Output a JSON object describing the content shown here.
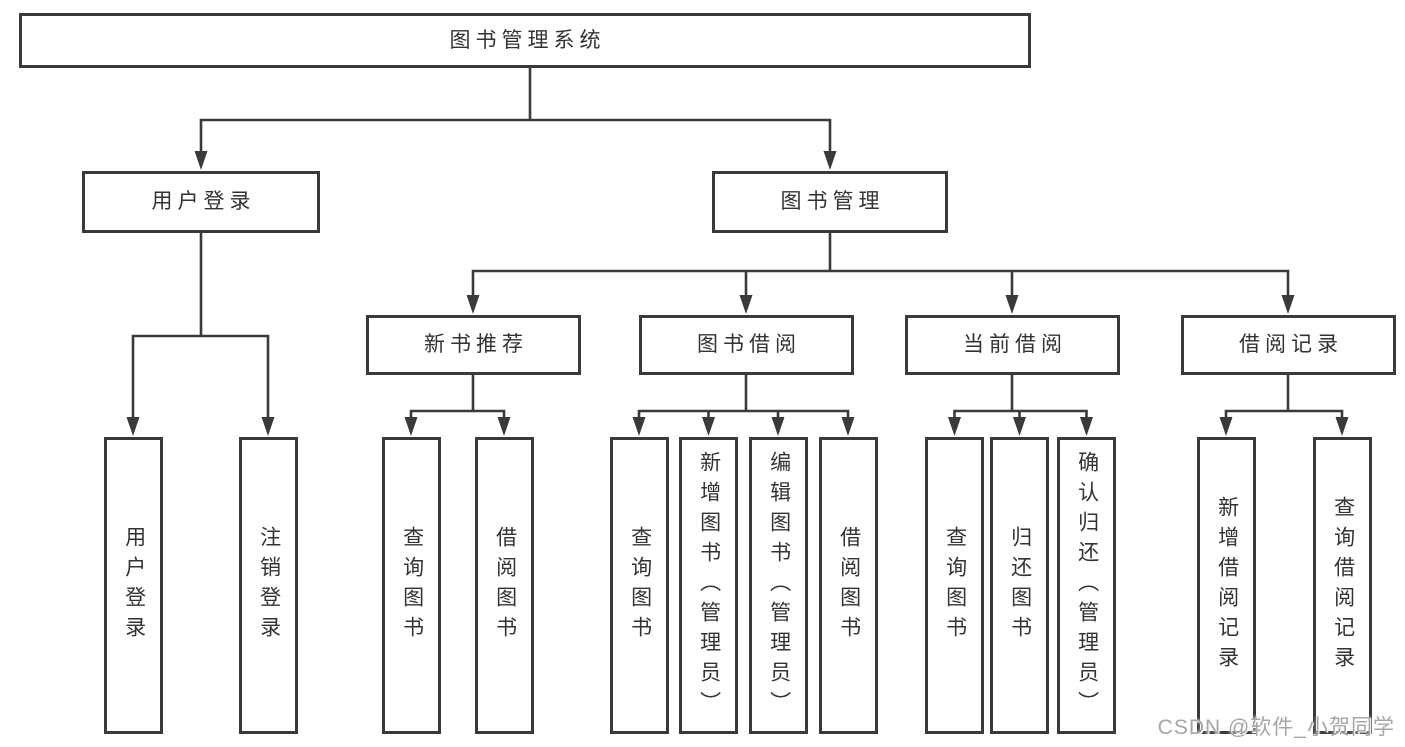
{
  "diagram": {
    "root": {
      "label": "图书管理系统"
    },
    "level2": [
      {
        "label": "用户登录"
      },
      {
        "label": "图书管理"
      }
    ],
    "level3": [
      {
        "label": "新书推荐"
      },
      {
        "label": "图书借阅"
      },
      {
        "label": "当前借阅"
      },
      {
        "label": "借阅记录"
      }
    ],
    "leaves": {
      "user_login": [
        "用户登录",
        "注销登录"
      ],
      "new_book": [
        "查询图书",
        "借阅图书"
      ],
      "book_borrow": [
        "查询图书",
        "新增图书（管理员）",
        "编辑图书（管理员）",
        "借阅图书"
      ],
      "current_borrow": [
        "查询图书",
        "归还图书",
        "确认归还（管理员）"
      ],
      "borrow_record": [
        "新增借阅记录",
        "查询借阅记录"
      ]
    },
    "watermark": "CSDN @软件_小贺同学"
  },
  "colors": {
    "line": "#3a3a3a",
    "text": "#333333",
    "watermark": "#a5a5aa",
    "bg": "#ffffff"
  }
}
